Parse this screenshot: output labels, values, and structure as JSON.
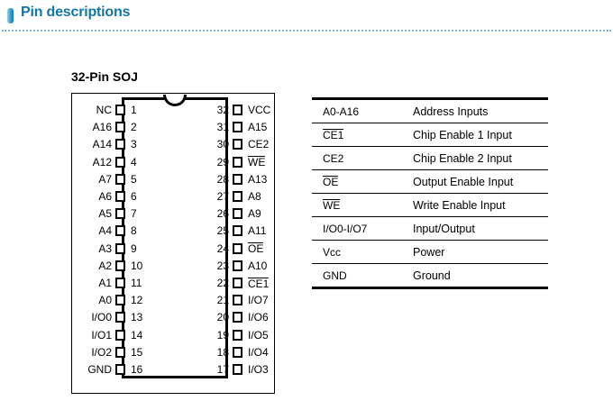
{
  "header": {
    "title": "Pin descriptions",
    "icon": "bookmark-bar-icon",
    "accent_color": "#15769f",
    "rule_color": "#6fb6d8"
  },
  "diagram": {
    "caption": "32-Pin SOJ",
    "package": "SOJ",
    "pin_count": 32,
    "notch": "top-center-semicircle",
    "left_pins": [
      {
        "num": "1",
        "label": "NC",
        "overline": false
      },
      {
        "num": "2",
        "label": "A16",
        "overline": false
      },
      {
        "num": "3",
        "label": "A14",
        "overline": false
      },
      {
        "num": "4",
        "label": "A12",
        "overline": false
      },
      {
        "num": "5",
        "label": "A7",
        "overline": false
      },
      {
        "num": "6",
        "label": "A6",
        "overline": false
      },
      {
        "num": "7",
        "label": "A5",
        "overline": false
      },
      {
        "num": "8",
        "label": "A4",
        "overline": false
      },
      {
        "num": "9",
        "label": "A3",
        "overline": false
      },
      {
        "num": "10",
        "label": "A2",
        "overline": false
      },
      {
        "num": "11",
        "label": "A1",
        "overline": false
      },
      {
        "num": "12",
        "label": "A0",
        "overline": false
      },
      {
        "num": "13",
        "label": "I/O0",
        "overline": false
      },
      {
        "num": "14",
        "label": "I/O1",
        "overline": false
      },
      {
        "num": "15",
        "label": "I/O2",
        "overline": false
      },
      {
        "num": "16",
        "label": "GND",
        "overline": false
      }
    ],
    "right_pins": [
      {
        "num": "32",
        "label": "VCC",
        "overline": false
      },
      {
        "num": "31",
        "label": "A15",
        "overline": false
      },
      {
        "num": "30",
        "label": "CE2",
        "overline": false
      },
      {
        "num": "29",
        "label": "WE",
        "overline": true
      },
      {
        "num": "28",
        "label": "A13",
        "overline": false
      },
      {
        "num": "27",
        "label": "A8",
        "overline": false
      },
      {
        "num": "26",
        "label": "A9",
        "overline": false
      },
      {
        "num": "25",
        "label": "A11",
        "overline": false
      },
      {
        "num": "24",
        "label": "OE",
        "overline": true
      },
      {
        "num": "23",
        "label": "A10",
        "overline": false
      },
      {
        "num": "22",
        "label": "CE1",
        "overline": true
      },
      {
        "num": "21",
        "label": "I/O7",
        "overline": false
      },
      {
        "num": "20",
        "label": "I/O6",
        "overline": false
      },
      {
        "num": "19",
        "label": "I/O5",
        "overline": false
      },
      {
        "num": "18",
        "label": "I/O4",
        "overline": false
      },
      {
        "num": "17",
        "label": "I/O3",
        "overline": false
      }
    ]
  },
  "table": {
    "rows": [
      {
        "symbol": "A0-A16",
        "overline": false,
        "description": "Address Inputs"
      },
      {
        "symbol": "CE1",
        "overline": true,
        "description": "Chip Enable 1 Input"
      },
      {
        "symbol": "CE2",
        "overline": false,
        "description": "Chip Enable 2 Input"
      },
      {
        "symbol": "OE",
        "overline": true,
        "description": "Output Enable Input"
      },
      {
        "symbol": "WE",
        "overline": true,
        "description": "Write Enable Input"
      },
      {
        "symbol": "I/O0-I/O7",
        "overline": false,
        "description": "Input/Output"
      },
      {
        "symbol": "Vcc",
        "overline": false,
        "description": "Power"
      },
      {
        "symbol": "GND",
        "overline": false,
        "description": "Ground"
      }
    ]
  }
}
